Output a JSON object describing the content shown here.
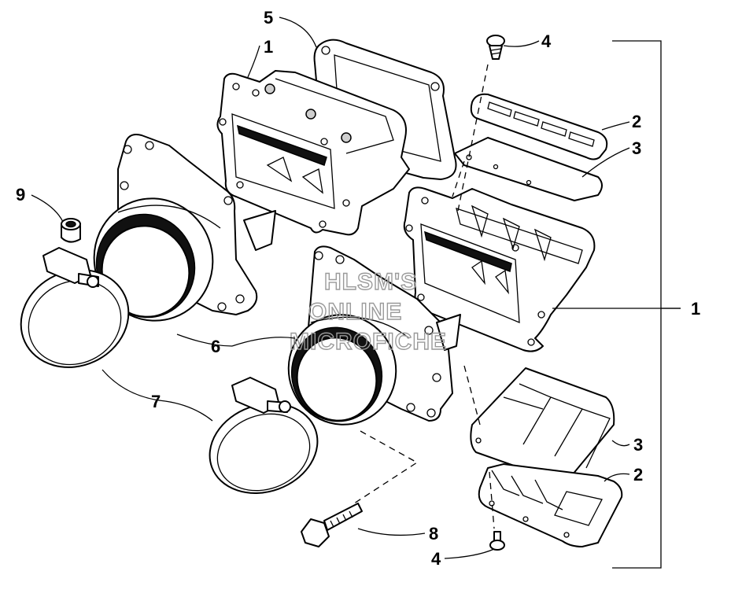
{
  "watermark": [
    "HLSM'S",
    "ONLINE",
    "MICROFICHE"
  ],
  "callouts": {
    "c5": "5",
    "c1_top": "1",
    "c4_top": "4",
    "c2_top": "2",
    "c3_top": "3",
    "c9": "9",
    "c1_right": "1",
    "c6": "6",
    "c7": "7",
    "c3_bottom": "3",
    "c2_bottom": "2",
    "c8": "8",
    "c4_bottom": "4"
  }
}
